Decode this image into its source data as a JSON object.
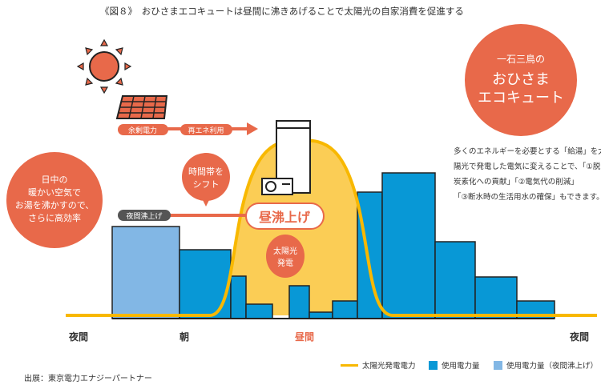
{
  "title": "《図８》　おひさまエコキュートは昼間に沸きあげることで太陽光の自家消費を促進する",
  "badge": {
    "line1": "一石三鳥の",
    "line2": "おひさま",
    "line3": "エコキュート"
  },
  "description": [
    "多くのエネルギーを必要とする「給湯」を太",
    "陽光で発電した電気に変えることで、「①脱",
    "炭素化への貢献」「②電気代の削減」",
    "「③断水時の生活用水の確保」もできます。"
  ],
  "left_bubble": [
    "日中の",
    "暖かい空気で",
    "お湯を沸かすので、",
    "さらに高効率"
  ],
  "shift_bubble": [
    "時間帯を",
    "シフト"
  ],
  "pills": {
    "surplus": "余剰電力",
    "renewable": "再エネ利用",
    "night_boil": "夜間沸上げ"
  },
  "day_boil": "昼沸上げ",
  "solar_label": [
    "太陽光",
    "発電"
  ],
  "time_labels": {
    "night1": "夜間",
    "morning": "朝",
    "day": "昼間",
    "night2": "夜間"
  },
  "legend": {
    "solar": "太陽光発電電力",
    "usage": "使用電力量",
    "usage_night": "使用電力量（夜間沸上げ）"
  },
  "source": "出展：東京電力エナジーパートナー",
  "colors": {
    "accent": "#E8694A",
    "solar_line": "#F8B800",
    "solar_fill": "#FBCD55",
    "usage": "#0898D6",
    "usage_night": "#82B7E5",
    "dark_pill": "#555555"
  }
}
